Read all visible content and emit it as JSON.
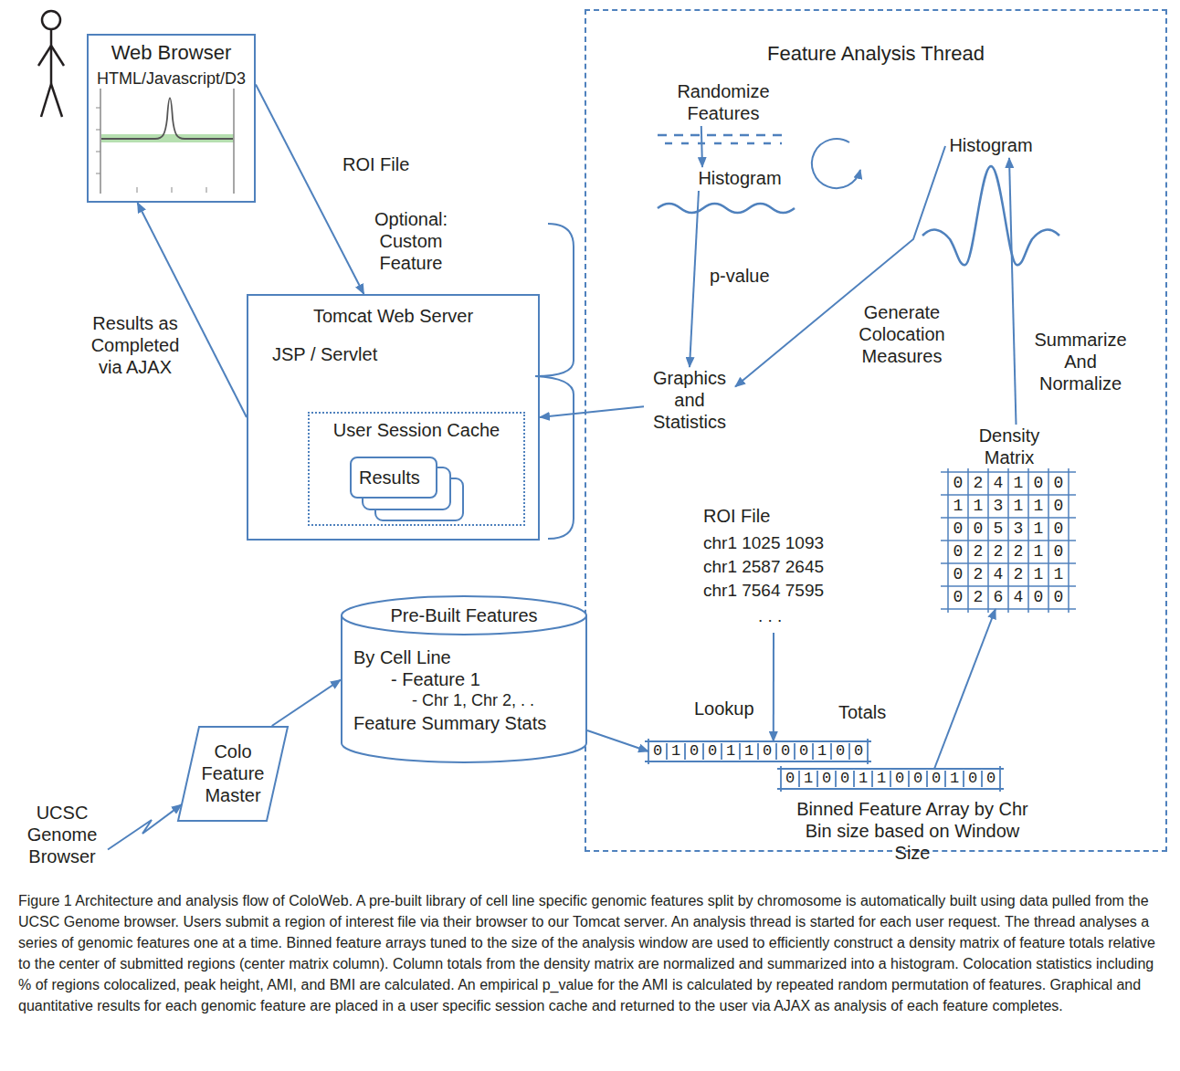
{
  "diagram": {
    "caption": "Figure 1 Architecture and analysis flow of ColoWeb. A pre-built library of cell line specific genomic features split by chromosome is automatically built using data pulled from the UCSC Genome browser. Users submit a region of interest file via their browser to our Tomcat server. An analysis thread is started for each user request. The thread analyses a series of genomic features one at a time. Binned feature arrays tuned to the size of the analysis window are used to efficiently construct a density matrix of feature totals relative to the center of submitted regions (center matrix column). Column totals from the density matrix are normalized and summarized into a histogram. Colocation statistics including % of regions colocalized, peak height, AMI, and BMI are calculated. An empirical p_value for the AMI is calculated by repeated random permutation of features. Graphical and quantitative results for each genomic feature are placed in a user specific session cache and returned to the user via AJAX as analysis of each feature completes.",
    "nodes": [
      {
        "text": [
          "Web Browser",
          "HTML/Javascript/D3"
        ]
      },
      {
        "text": [
          "Tomcat Web Server",
          "JSP / Servlet"
        ]
      },
      {
        "text": [
          "User Session Cache"
        ],
        "in": 1
      },
      {
        "text": [
          "Results"
        ],
        "in": 2
      },
      {
        "text": [
          "Feature Analysis Thread"
        ]
      },
      {
        "text": [
          "Randomize Features"
        ],
        "in": 4
      },
      {
        "text": [
          "Histogram"
        ],
        "in": 4
      },
      {
        "text": [
          "Histogram"
        ],
        "in": 4
      },
      {
        "text": [
          "Graphics and Statistics"
        ],
        "in": 4
      },
      {
        "text": [
          "ROI File",
          "chr1 1025 1093",
          "chr1 2587 2645",
          "chr1 7564 7595",
          ". . ."
        ],
        "in": 4
      },
      {
        "text": [
          "Density Matrix",
          "024100",
          "113110",
          "005310",
          "022210",
          "024211",
          "026400"
        ],
        "in": 4
      },
      {
        "text": [
          "010011000100"
        ],
        "in": 4
      },
      {
        "text": [
          "010011000100",
          "Binned Feature Array by Chr Bin size based on Window Size"
        ],
        "in": 4
      },
      {
        "text": [
          "Pre-Built Features",
          "By Cell Line",
          "- Feature 1",
          "- Chr 1, Chr 2, . .",
          "Feature Summary Stats"
        ]
      },
      {
        "text": [
          "Colo Feature Master"
        ]
      },
      {
        "text": [
          "UCSC Genome Browser"
        ]
      }
    ],
    "edges": [
      {
        "from": 0,
        "to": 1,
        "label": "ROI File",
        "arrow": "to"
      },
      {
        "from": 1,
        "to": 0,
        "label": "Results as Completed via AJAX",
        "arrow": "to"
      },
      {
        "from": 5,
        "to": 6,
        "arrow": "to"
      },
      {
        "from": 6,
        "to": 8,
        "label": "p-value",
        "arrow": "to"
      },
      {
        "from": 7,
        "to": 8,
        "label": "Generate Colocation Measures",
        "arrow": "to"
      },
      {
        "from": 8,
        "to": 1,
        "arrow": "to"
      },
      {
        "from": 9,
        "to": 11,
        "label": "Lookup",
        "arrow": "to"
      },
      {
        "from": 12,
        "to": 10,
        "label": "Totals",
        "arrow": "to"
      },
      {
        "from": 10,
        "to": 7,
        "label": "Summarize And Normalize",
        "arrow": "to"
      },
      {
        "from": 13,
        "to": 11,
        "arrow": "to"
      },
      {
        "from": 14,
        "to": 13,
        "arrow": "to"
      },
      {
        "from": 15,
        "to": 14,
        "arrow": "to"
      }
    ],
    "labels": [
      "Optional: Custom Feature"
    ]
  }
}
